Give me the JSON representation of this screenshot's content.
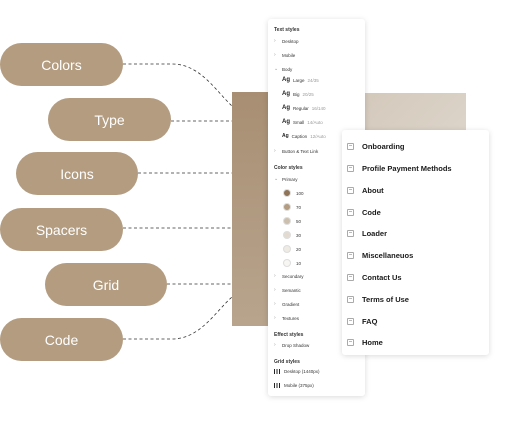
{
  "categories": [
    "Colors",
    "Type",
    "Icons",
    "Spacers",
    "Grid",
    "Code"
  ],
  "text_styles": {
    "title": "Text styles",
    "groups": [
      "Desktop",
      "Mobile",
      "Body"
    ],
    "styles": [
      {
        "ag": "Ag",
        "name": "Large",
        "meta": "24/35"
      },
      {
        "ag": "Ag",
        "name": "Big",
        "meta": "20/25"
      },
      {
        "ag": "Ag",
        "name": "Regular",
        "meta": "16/140"
      },
      {
        "ag": "Ag",
        "name": "Small",
        "meta": "14/Auto"
      },
      {
        "ag": "Ag",
        "name": "Caption",
        "meta": "12/Auto"
      }
    ],
    "button_link": "Button & Text Link"
  },
  "color_styles": {
    "title": "Color styles",
    "primary": "Primary",
    "swatches": [
      {
        "label": "100",
        "color": "#8f7458"
      },
      {
        "label": "70",
        "color": "#b39c80"
      },
      {
        "label": "50",
        "color": "#cdbfae"
      },
      {
        "label": "30",
        "color": "#e3dbd1"
      },
      {
        "label": "20",
        "color": "#eeeae4"
      },
      {
        "label": "10",
        "color": "#f8f6f3"
      }
    ],
    "more": [
      "Secondary",
      "Semantic",
      "Gradient",
      "Textures"
    ]
  },
  "effect_styles": {
    "title": "Effect styles",
    "items": [
      "Drop Shadow"
    ]
  },
  "grid_styles": {
    "title": "Grid styles",
    "items": [
      "Desktop (1440px)",
      "Mobile (375px)"
    ]
  },
  "pages": [
    "Onboarding",
    "Profile Payment Methods",
    "About",
    "Code",
    "Loader",
    "Miscellaneuos",
    "Contact Us",
    "Terms of Use",
    "FAQ",
    "Home"
  ],
  "colors": {
    "pill": "#b39c80",
    "brown_start": "#a89277",
    "brown_end": "#e2dbd2"
  }
}
